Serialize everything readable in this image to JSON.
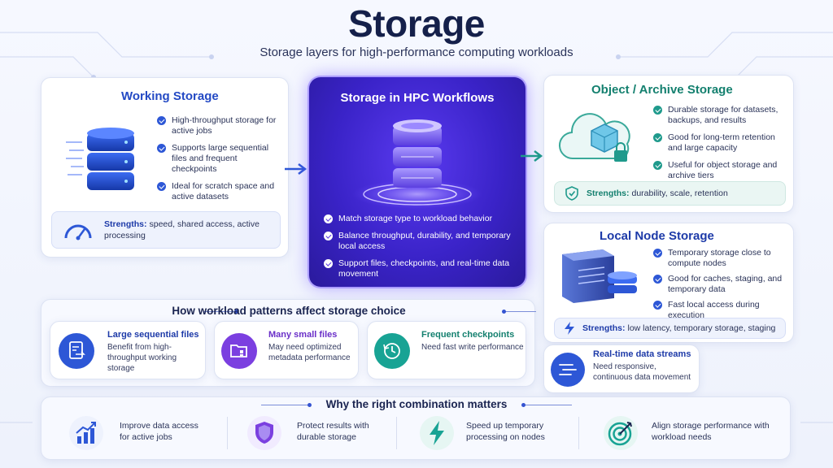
{
  "header": {
    "title": "Storage",
    "subtitle": "Storage layers for high-performance computing workloads"
  },
  "working_storage": {
    "title": "Working Storage",
    "items": [
      "High-throughput storage for active jobs",
      "Supports large sequential files and frequent checkpoints",
      "Ideal for scratch space and active datasets"
    ],
    "strengths_label": "Strengths:",
    "strengths_text": "speed, shared access, active processing"
  },
  "center": {
    "title": "Storage in HPC Workflows",
    "items": [
      "Match storage type to workload behavior",
      "Balance throughput, durability, and temporary local access",
      "Support files, checkpoints, and real-time data movement"
    ]
  },
  "object_storage": {
    "title": "Object / Archive Storage",
    "items": [
      "Durable storage for datasets, backups, and results",
      "Good for long-term retention and large capacity",
      "Useful for object storage and archive tiers"
    ],
    "strengths_label": "Strengths:",
    "strengths_text": "durability, scale, retention"
  },
  "local_storage": {
    "title": "Local Node Storage",
    "items": [
      "Temporary storage close to compute nodes",
      "Good for caches, staging, and temporary data",
      "Fast local access during execution"
    ],
    "strengths_label": "Strengths:",
    "strengths_text": "low latency, temporary storage, staging"
  },
  "patterns": {
    "heading": "How workload patterns affect storage choice",
    "items": [
      {
        "title": "Large sequential files",
        "desc": "Benefit from high-throughput working storage",
        "color": "#2d57d6"
      },
      {
        "title": "Many small files",
        "desc": "May need optimized metadata performance",
        "color": "#7b3fe0"
      },
      {
        "title": "Frequent checkpoints",
        "desc": "Need fast write performance",
        "color": "#18a394"
      },
      {
        "title": "Real-time data streams",
        "desc": "Need responsive, continuous data movement",
        "color": "#2d57d6"
      }
    ]
  },
  "benefits": {
    "heading": "Why the right combination matters",
    "items": [
      {
        "text": "Improve data access for active jobs",
        "icon": "growth-chart-icon"
      },
      {
        "text": "Protect results with durable storage",
        "icon": "shield-icon"
      },
      {
        "text": "Speed up temporary processing on nodes",
        "icon": "lightning-icon"
      },
      {
        "text": "Align storage performance with workload needs",
        "icon": "target-icon"
      }
    ]
  },
  "colors": {
    "navy": "#15204a",
    "blue": "#2d57d6",
    "purple": "#4a2fe0",
    "teal": "#1f9a8c"
  }
}
